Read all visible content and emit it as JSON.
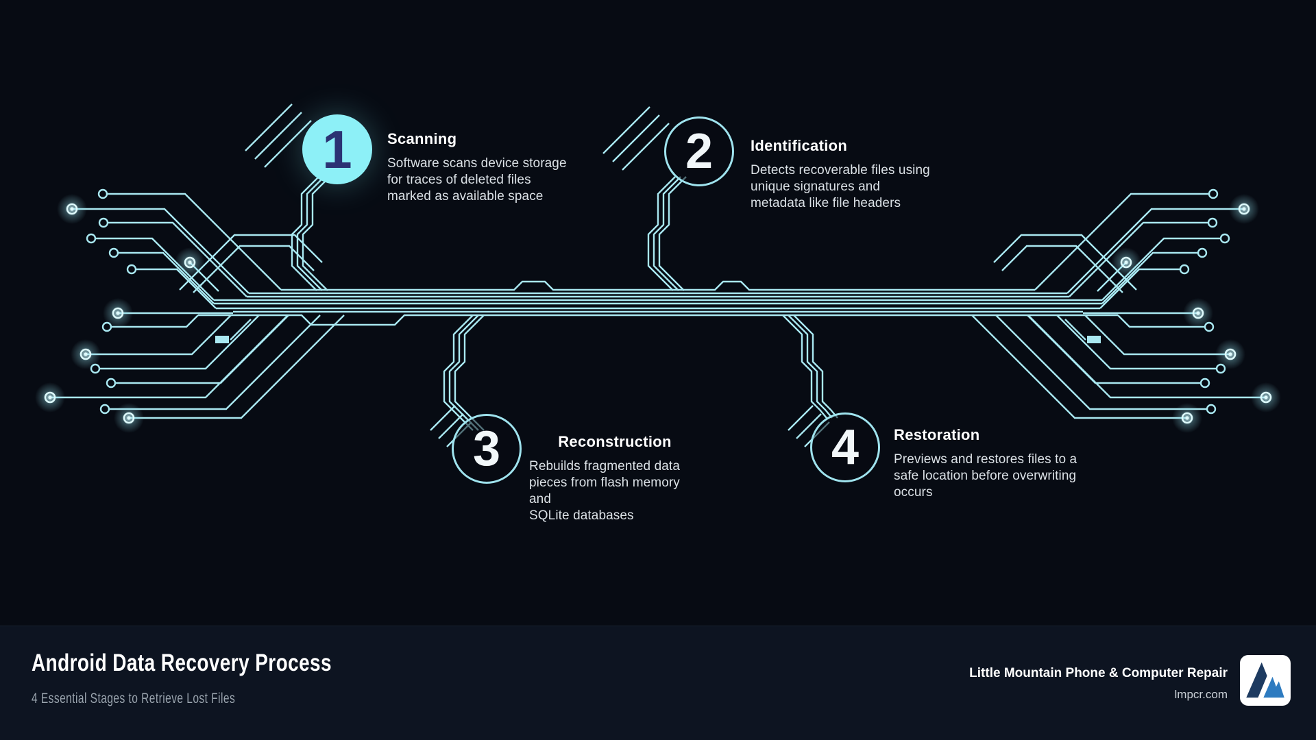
{
  "stages": [
    {
      "number": "1",
      "title": "Scanning",
      "description_lines": [
        "Software scans device storage",
        "for traces of deleted files",
        "marked as available space"
      ]
    },
    {
      "number": "2",
      "title": "Identification",
      "description_lines": [
        "Detects recoverable files using",
        "unique signatures and",
        "metadata like file headers"
      ]
    },
    {
      "number": "3",
      "title": "Reconstruction",
      "description_lines": [
        "Rebuilds fragmented data",
        "pieces from flash memory and",
        "SQLite databases"
      ]
    },
    {
      "number": "4",
      "title": "Restoration",
      "description_lines": [
        "Previews and restores files to a",
        "safe location before overwriting",
        "occurs"
      ]
    }
  ],
  "footer": {
    "title": "Android Data Recovery Process",
    "subtitle": "4 Essential Stages to Retrieve Lost Files",
    "company": "Little Mountain Phone & Computer Repair",
    "website": "lmpcr.com"
  },
  "icons": {
    "logo": "mountain-logo"
  },
  "colors": {
    "background": "#070b13",
    "footer_band": "#0d1421",
    "trace": "#a9e8f1",
    "stage1_fill": "#8df0f7",
    "stage1_number": "#2b3273",
    "circle_outline": "#9fe3ee",
    "title_text": "#ffffff",
    "body_text": "#dbe1e6",
    "subtitle_text": "#9aa4ae",
    "logo_navy": "#1d3a60",
    "logo_blue": "#2d7bc0"
  }
}
